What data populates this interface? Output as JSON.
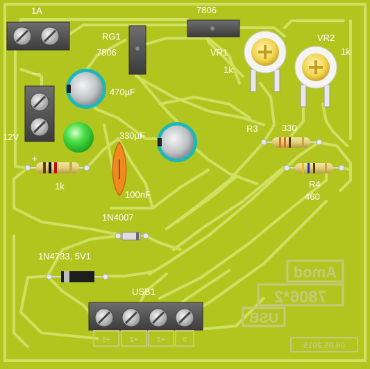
{
  "board": {
    "background": "#b2c51f",
    "trace_color": "#cfe063",
    "edge_color": "#cfe063"
  },
  "labels": {
    "fuse": "1A",
    "regulator": "7806",
    "rg1": "RG1",
    "rg1_value": "7806",
    "vr1": "VR1",
    "vr1_value": "1k",
    "vr2": "VR2",
    "vr2_value": "1k",
    "minus": "—",
    "plus": "+",
    "input_voltage": "12V",
    "cap1": "470µF",
    "cap2": "330µF",
    "cap3": "100nF",
    "r_led": "1k",
    "r3": "R3",
    "r3_value": "330",
    "r4": "R4",
    "r4_value": "460",
    "diode": "1N4007",
    "zener": "1N4733, 5V1",
    "usb": "USB1"
  },
  "bottom_silk": {
    "author": "Amod",
    "project": "7806*2",
    "usb": "USB",
    "date": "08.05.2015",
    "usb_pins": [
      "+5",
      "+2",
      "+2",
      "0"
    ]
  }
}
